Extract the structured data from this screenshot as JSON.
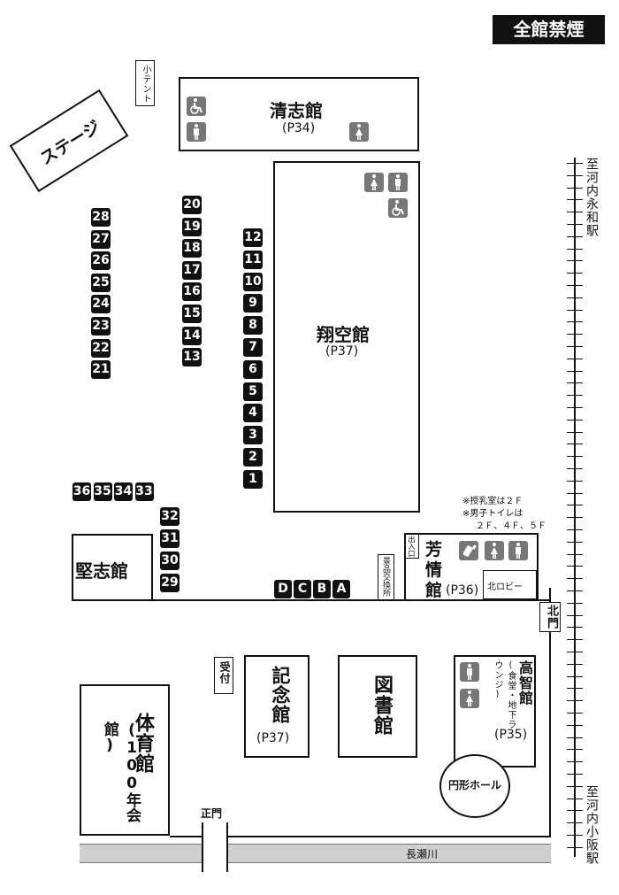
{
  "badge": "全館禁煙",
  "tent": "小テント",
  "stage": "ステージ",
  "buildings": {
    "seishi": {
      "name": "清志館",
      "page": "(P34)"
    },
    "shoku": {
      "name": "翔空館",
      "page": "(P37)"
    },
    "kenshi": {
      "name": "堅志館"
    },
    "houjou": {
      "name1": "芳",
      "name2": "情",
      "name3": "館",
      "page": "(P36)",
      "exit": "出入口",
      "lobby": "北ロビー"
    },
    "kinen": {
      "name": "記念館",
      "page": "(P37)"
    },
    "tosho": {
      "name": "図書館"
    },
    "kochi": {
      "name": "高智館",
      "sub": "(食堂・地下ラウンジ)",
      "page": "(P35)"
    },
    "taiiku": {
      "name": "体育館",
      "sub": "(100年会館)"
    },
    "circle": "円形ホール"
  },
  "reception": "受付",
  "exchange": "景品交換所",
  "notes": [
    "※授乳室は２Ｆ",
    "※男子トイレは",
    "２Ｆ、４Ｆ、５Ｆ"
  ],
  "gates": {
    "north": "北門",
    "main": "正門"
  },
  "river": "長瀬川",
  "stations": {
    "top": "至河内永和駅",
    "bottom": "至河内小阪駅"
  },
  "booths": {
    "col_a": [
      "28",
      "27",
      "26",
      "25",
      "24",
      "23",
      "22",
      "21"
    ],
    "col_b": [
      "20",
      "19",
      "18",
      "17",
      "16",
      "15",
      "14",
      "13"
    ],
    "col_c": [
      "12",
      "11",
      "10",
      "9",
      "8",
      "7",
      "6",
      "5",
      "4",
      "3",
      "2",
      "1"
    ],
    "row_top": [
      "36",
      "35",
      "34",
      "33"
    ],
    "col_d": [
      "32",
      "31",
      "30",
      "29"
    ],
    "row_letters": [
      "D",
      "C",
      "B",
      "A"
    ]
  },
  "icons": {
    "wheelchair": "wheelchair-icon",
    "male": "male-toilet-icon",
    "female": "female-toilet-icon",
    "nursing": "nursing-bottle-icon"
  }
}
